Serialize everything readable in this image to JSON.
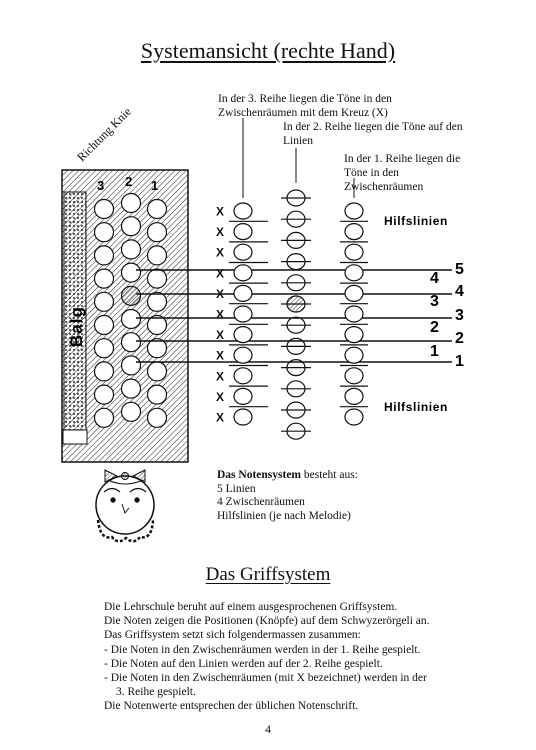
{
  "page": {
    "title": "Systemansicht (rechte Hand)",
    "direction_label": "Richtung Knie",
    "row_numbers": [
      "3",
      "2",
      "1"
    ],
    "bellows_label": "Balg",
    "note_row3": [
      "In der 3. Reihe liegen die Töne in den",
      "Zwischenräumen mit dem Kreuz (X)"
    ],
    "note_row2": [
      "In der 2. Reihe liegen die Töne auf den",
      "Linien"
    ],
    "note_row1": [
      "In der 1. Reihe liegen die",
      "Töne in den",
      "Zwischenräumen"
    ],
    "hilfslinien_top": "Hilfslinien",
    "hilfslinien_bottom": "Hilfslinien",
    "x_mark": "X",
    "space_labels": [
      "4",
      "3",
      "2",
      "1"
    ],
    "line_labels": [
      "5",
      "4",
      "3",
      "2",
      "1"
    ],
    "notensystem": {
      "heading": "Das Notensystem",
      "heading_suffix": " besteht aus:",
      "items": [
        "5 Linien",
        "4 Zwischenräumen",
        "Hilfslinien (je nach Melodie)"
      ]
    },
    "section2_title": "Das Griffsystem",
    "body_lines": [
      "Die Lehrschule beruht auf einem ausgesprochenen Griffsystem.",
      "Die Noten zeigen die Positionen (Knöpfe) auf dem Schwyzerörgeli an.",
      "Das Griffsystem setzt sich folgendermassen zusammen:",
      "- Die Noten in den Zwischenräumen werden in der 1. Reihe gespielt.",
      "- Die Noten auf den Linien werden auf der 2. Reihe gespielt.",
      "- Die Noten in den Zwischenräumen (mit X bezeichnet) werden in der",
      "  3. Reihe gespielt.",
      "Die Notenwerte entsprechen der üblichen Notenschrift."
    ],
    "page_number": "4"
  },
  "colors": {
    "ink": "#111111",
    "paper": "#ffffff"
  }
}
